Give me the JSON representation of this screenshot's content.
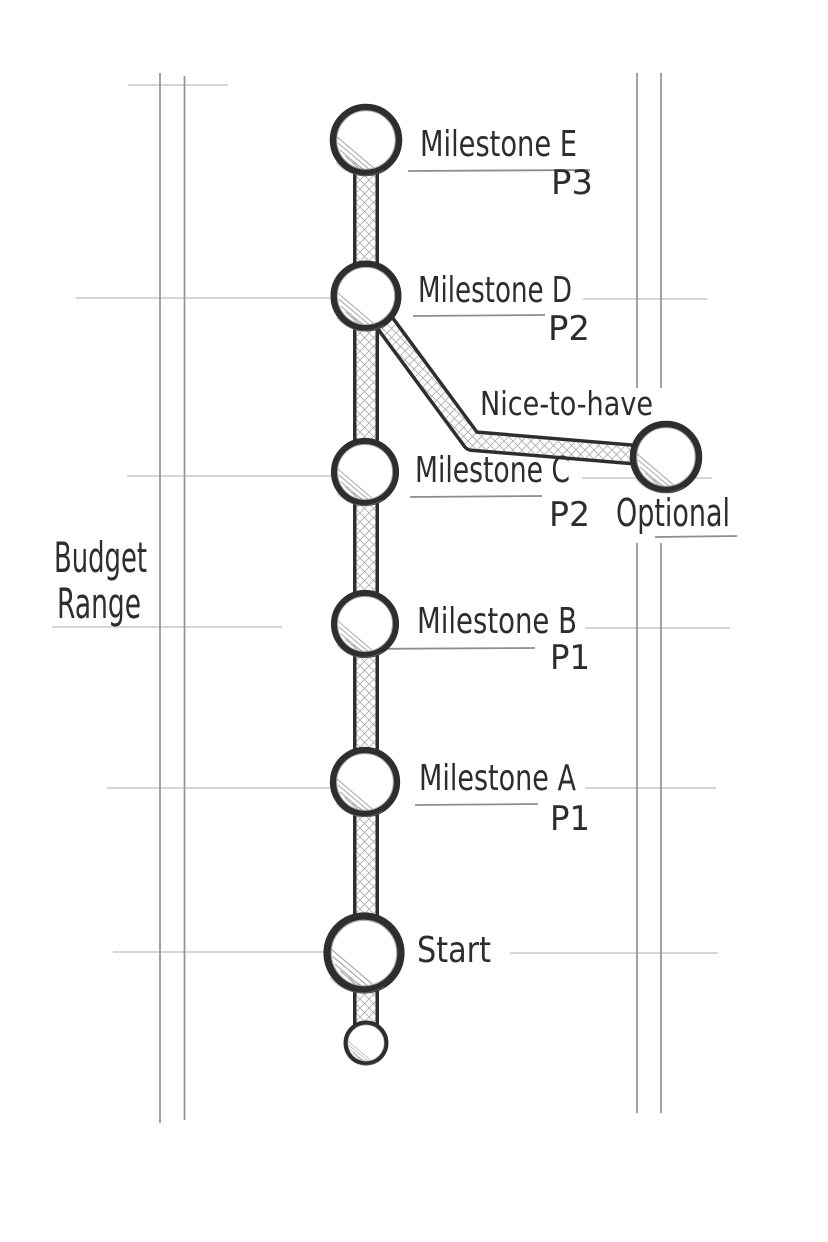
{
  "budget_range": {
    "line1": "Budget",
    "line2": "Range"
  },
  "milestones": {
    "e": {
      "name": "Milestone E",
      "priority": "P3"
    },
    "d": {
      "name": "Milestone D",
      "priority": "P2"
    },
    "c": {
      "name": "Milestone C",
      "priority": "P2"
    },
    "b": {
      "name": "Milestone B",
      "priority": "P1"
    },
    "a": {
      "name": "Milestone A",
      "priority": "P1"
    }
  },
  "start": {
    "name": "Start"
  },
  "optional_node": {
    "name": "Optional"
  },
  "branch": {
    "label": "Nice-to-have"
  },
  "colors": {
    "ink": "#2e2e2e",
    "text": "#2d2d2d",
    "guide_vertical": "#6e6e6e",
    "guide_horizontal": "#9b9b9b",
    "underline": "#7a7a7a",
    "hatch": "#b0b0b0",
    "paper": "#ffffff"
  }
}
